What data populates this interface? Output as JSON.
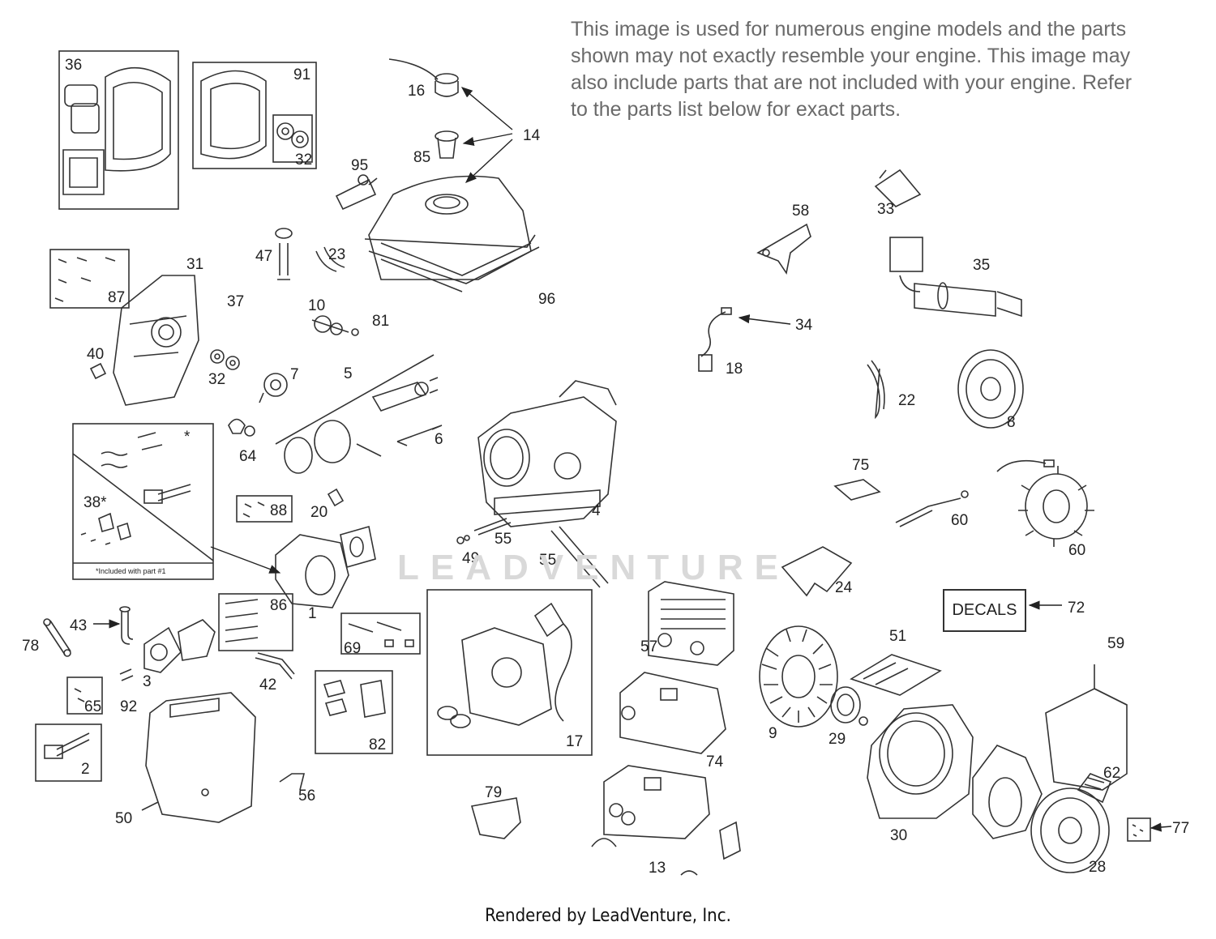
{
  "notice_lines": [
    "This image is used for numerous engine models and the parts",
    "shown may not exactly resemble your engine. This image may",
    "also include parts that are not included with your engine. Refer",
    "to the parts list below for exact parts."
  ],
  "footer": "Rendered by LeadVenture, Inc.",
  "watermark": "LEADVENTURE",
  "decals_label": "DECALS",
  "inset_note": "*Included with part #1",
  "callouts": {
    "c36": "36",
    "c91": "91",
    "c32a": "32",
    "c16": "16",
    "c14": "14",
    "c85": "85",
    "c95": "95",
    "c31": "31",
    "c87": "87",
    "c47": "47",
    "c23": "23",
    "c37": "37",
    "c10": "10",
    "c81": "81",
    "c96": "96",
    "c40": "40",
    "c32b": "32",
    "c7": "7",
    "c5": "5",
    "c6": "6",
    "c64": "64",
    "c38": "38*",
    "cstar": "*",
    "c88": "88",
    "c20": "20",
    "c4": "4",
    "c55a": "55",
    "c55b": "55",
    "c49": "49",
    "c1": "1",
    "c86": "86",
    "c78": "78",
    "c43": "43",
    "c69": "69",
    "c3": "3",
    "c42": "42",
    "c65": "65",
    "c92": "92",
    "c17": "17",
    "c82": "82",
    "c2": "2",
    "c50": "50",
    "c56": "56",
    "c79": "79",
    "c13": "13",
    "c74": "74",
    "c57": "57",
    "c9": "9",
    "c29": "29",
    "c30": "30",
    "c51": "51",
    "c24": "24",
    "c58": "58",
    "c33": "33",
    "c35": "35",
    "c34": "34",
    "c18": "18",
    "c22": "22",
    "c8": "8",
    "c75": "75",
    "c60a": "60",
    "c60b": "60",
    "c72": "72",
    "c59": "59",
    "c62": "62",
    "c28": "28",
    "c77": "77"
  }
}
